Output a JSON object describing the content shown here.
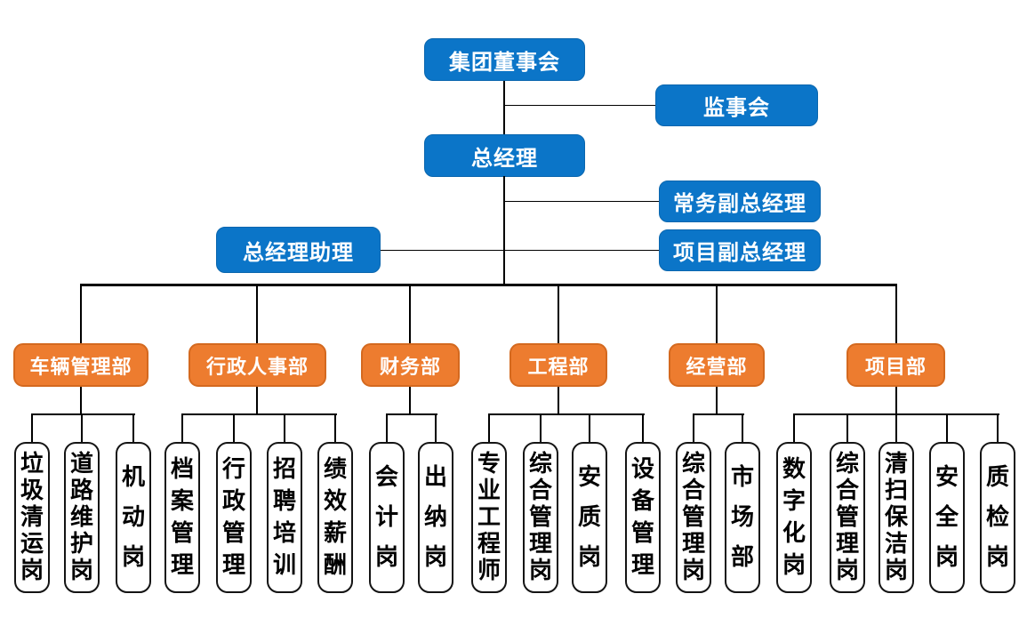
{
  "diagram": {
    "type": "org-chart",
    "colors": {
      "executive_fill": "#0b75c8",
      "executive_border": "#0a66ae",
      "department_fill": "#ed7c2f",
      "department_border": "#d4691f",
      "position_fill": "#ffffff",
      "position_border": "#141414",
      "connector": "#000000",
      "text_on_fill": "#ffffff",
      "text_on_white": "#000000"
    },
    "executives": {
      "board": "集团董事会",
      "supervisory": "监事会",
      "gm": "总经理",
      "exec_deputy_gm": "常务副总经理",
      "gm_assistant": "总经理助理",
      "project_deputy_gm": "项目副总经理"
    },
    "departments": [
      {
        "label": "车辆管理部",
        "positions": [
          "垃圾清运岗",
          "道路维护岗",
          "机动岗"
        ]
      },
      {
        "label": "行政人事部",
        "positions": [
          "档案管理",
          "行政管理",
          "招聘培训",
          "绩效薪酬"
        ]
      },
      {
        "label": "财务部",
        "positions": [
          "会计岗",
          "出纳岗"
        ]
      },
      {
        "label": "工程部",
        "positions": [
          "专业工程师",
          "综合管理岗",
          "安质岗",
          "设备管理"
        ]
      },
      {
        "label": "经营部",
        "positions": [
          "综合管理岗",
          "市场部"
        ]
      },
      {
        "label": "项目部",
        "positions": [
          "数字化岗",
          "综合管理岗",
          "清扫保洁岗",
          "安全岗",
          "质检岗"
        ]
      }
    ]
  }
}
